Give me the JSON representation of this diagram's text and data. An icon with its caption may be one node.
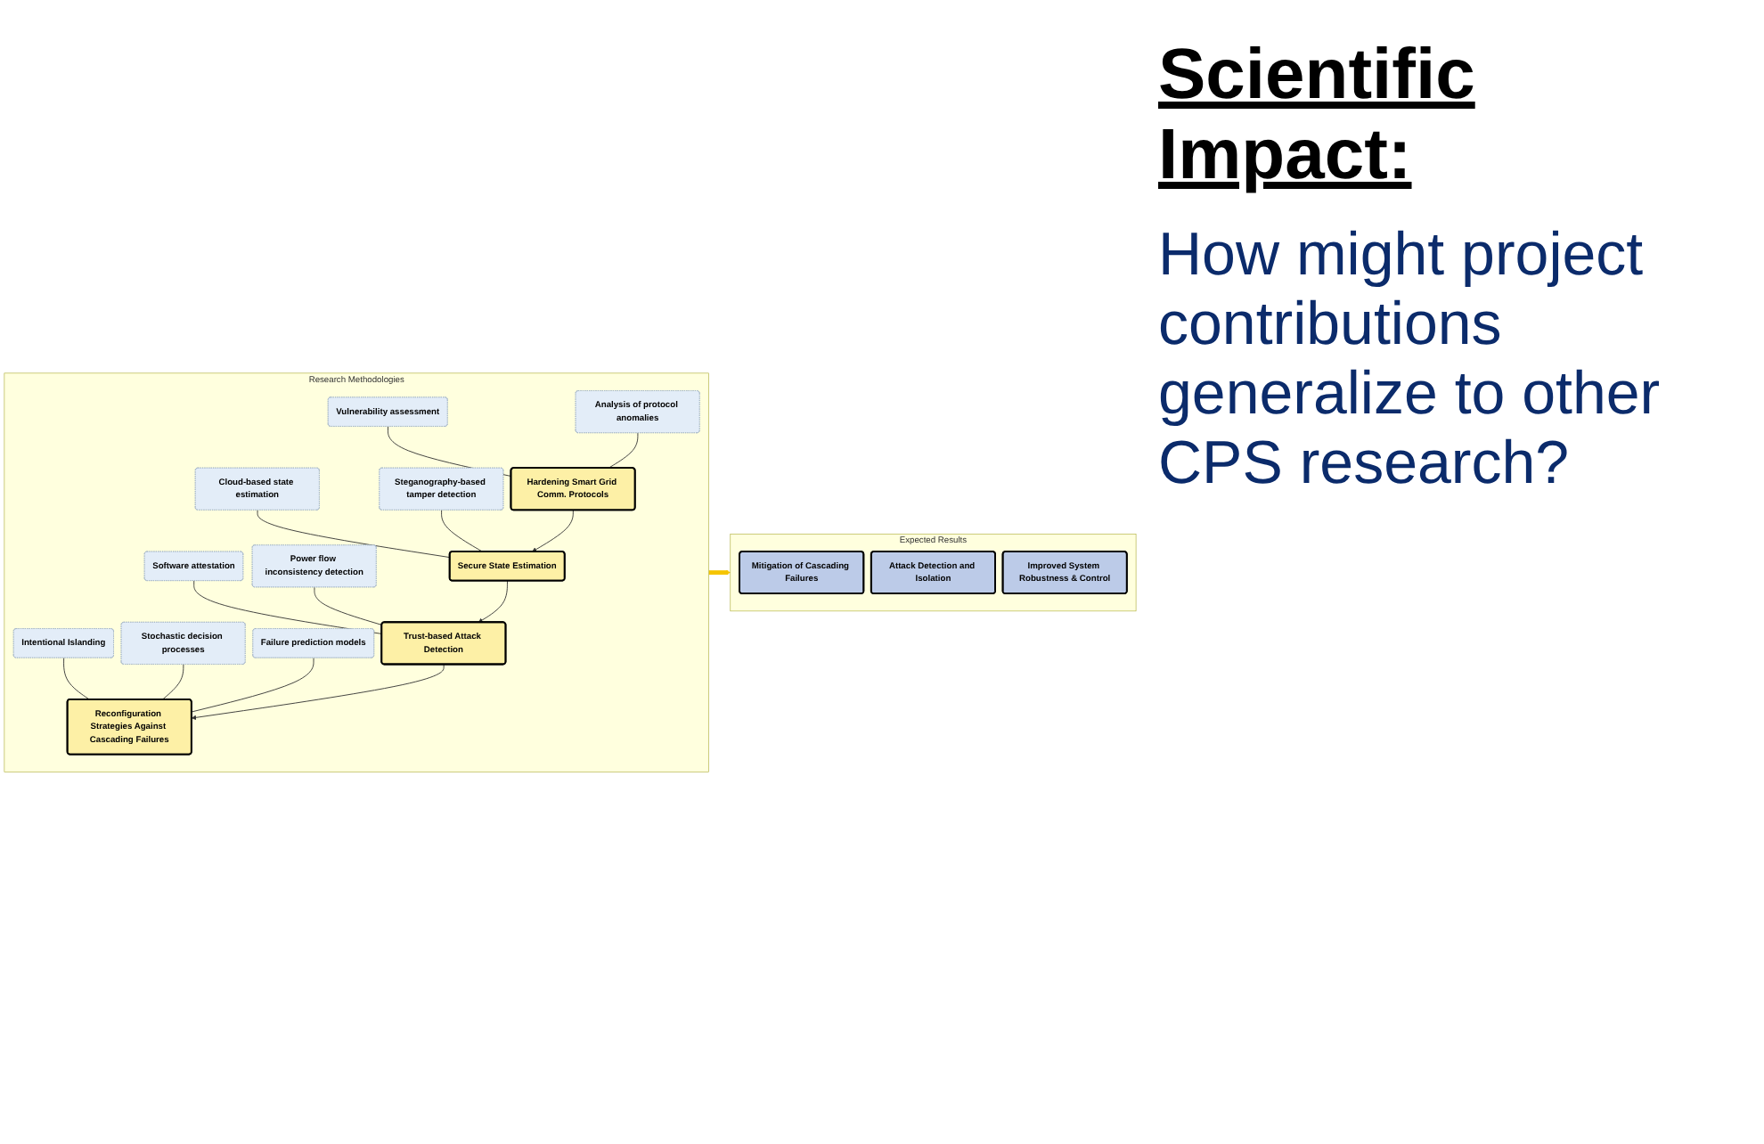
{
  "diagram": {
    "title": "Scientific Impact:",
    "nodes": [
      {
        "text": [
          "Research Methodologies"
        ]
      },
      {
        "text": [
          "Intentional Islanding"
        ],
        "in": 0
      },
      {
        "text": [
          "Stochastic decision processes"
        ],
        "in": 0
      },
      {
        "text": [
          "Failure prediction models"
        ],
        "in": 0
      },
      {
        "text": [
          "Software attestation"
        ],
        "in": 0
      },
      {
        "text": [
          "Power flow inconsistency detection"
        ],
        "in": 0
      },
      {
        "text": [
          "Cloud-based state estimation"
        ],
        "in": 0
      },
      {
        "text": [
          "Steganography-based tamper detection"
        ],
        "in": 0
      },
      {
        "text": [
          "Vulnerability assessment"
        ],
        "in": 0
      },
      {
        "text": [
          "Analysis of protocol anomalies"
        ],
        "in": 0
      },
      {
        "text": [
          "Reconfiguration Strategies Against Cascading Failures"
        ],
        "in": 0
      },
      {
        "text": [
          "Trust-based Attack Detection"
        ],
        "in": 0
      },
      {
        "text": [
          "Secure State Estimation"
        ],
        "in": 0
      },
      {
        "text": [
          "Hardening Smart Grid Comm. Protocols"
        ],
        "in": 0
      },
      {
        "text": [
          "Expected Results"
        ]
      },
      {
        "text": [
          "Mitigation of Cascading Failures"
        ],
        "in": 14
      },
      {
        "text": [
          "Attack Detection and Isolation"
        ],
        "in": 14
      },
      {
        "text": [
          "Improved System Robustness & Control"
        ],
        "in": 14
      }
    ],
    "edges": [
      {
        "from": 1,
        "to": 10,
        "arrow": "none"
      },
      {
        "from": 2,
        "to": 10,
        "arrow": "none"
      },
      {
        "from": 3,
        "to": 10,
        "arrow": "none"
      },
      {
        "from": 4,
        "to": 11,
        "arrow": "none"
      },
      {
        "from": 5,
        "to": 11,
        "arrow": "none"
      },
      {
        "from": 6,
        "to": 12,
        "arrow": "none"
      },
      {
        "from": 7,
        "to": 12,
        "arrow": "none"
      },
      {
        "from": 8,
        "to": 13,
        "arrow": "none"
      },
      {
        "from": 9,
        "to": 13,
        "arrow": "none"
      },
      {
        "from": 13,
        "to": 12,
        "arrow": "to"
      },
      {
        "from": 12,
        "to": 11,
        "arrow": "to"
      },
      {
        "from": 11,
        "to": 10,
        "arrow": "to"
      },
      {
        "from": 0,
        "to": 14,
        "arrow": "to",
        "style": "thick",
        "color": "#f5c400"
      }
    ],
    "labels": [
      "How might project contributions generalize to other CPS research?"
    ]
  }
}
